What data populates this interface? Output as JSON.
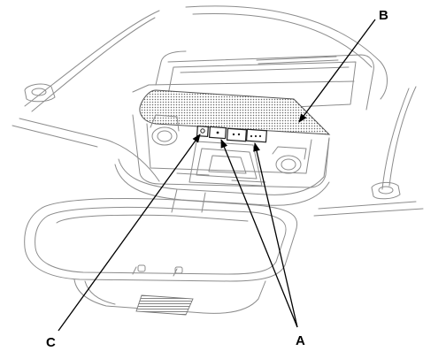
{
  "callouts": {
    "a": "A",
    "b": "B",
    "c": "C"
  },
  "colors": {
    "line_art": "#8c8c8c",
    "leader_lines": "#000000",
    "background": "#ffffff"
  }
}
